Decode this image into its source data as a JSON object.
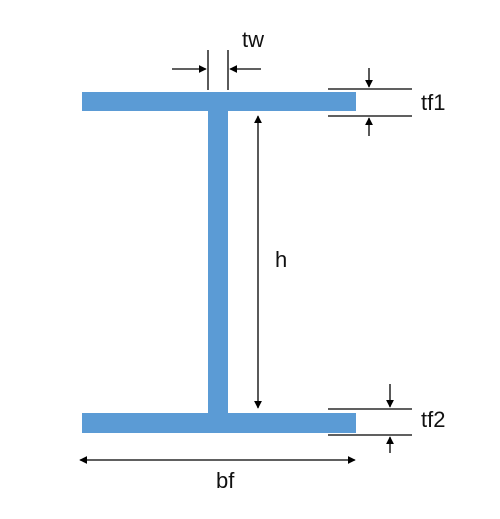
{
  "labels": {
    "web_thickness": "tw",
    "top_flange_thickness": "tf1",
    "web_height": "h",
    "bottom_flange_thickness": "tf2",
    "flange_width": "bf"
  },
  "colors": {
    "section_fill": "#5b9bd5",
    "dimension_lines": "#000000",
    "text": "#111111"
  }
}
